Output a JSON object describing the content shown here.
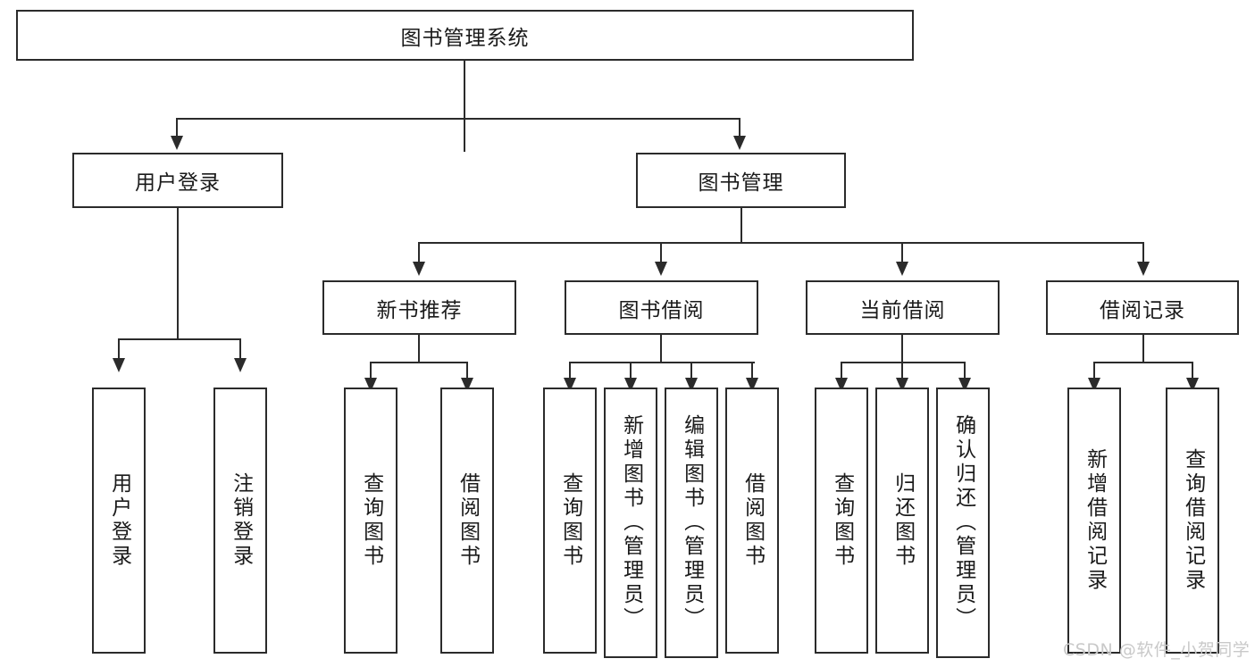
{
  "diagram": {
    "type": "tree-hierarchy-chart",
    "title": "图书管理系统",
    "root": {
      "label": "图书管理系统"
    },
    "level2": [
      {
        "label": "用户登录"
      },
      {
        "label": "图书管理"
      }
    ],
    "level3": [
      {
        "label": "新书推荐"
      },
      {
        "label": "图书借阅"
      },
      {
        "label": "当前借阅"
      },
      {
        "label": "借阅记录"
      }
    ],
    "leaves": {
      "user_login": [
        {
          "label": "用户登录"
        },
        {
          "label": "注销登录"
        }
      ],
      "new_book_recommend": [
        {
          "label": "查询图书"
        },
        {
          "label": "借阅图书"
        }
      ],
      "book_borrow": [
        {
          "label": "查询图书"
        },
        {
          "label": "新增图书（管理员）"
        },
        {
          "label": "编辑图书（管理员）"
        },
        {
          "label": "借阅图书"
        }
      ],
      "current_borrow": [
        {
          "label": "查询图书"
        },
        {
          "label": "归还图书"
        },
        {
          "label": "确认归还（管理员）"
        }
      ],
      "borrow_record": [
        {
          "label": "新增借阅记录"
        },
        {
          "label": "查询借阅记录"
        }
      ]
    }
  },
  "watermark": {
    "text": "CSDN @软件_小贺同学"
  },
  "colors": {
    "stroke": "#2b2b2b",
    "background": "#ffffff",
    "text": "#1a1a1a",
    "watermark": "#c9c9c9"
  }
}
